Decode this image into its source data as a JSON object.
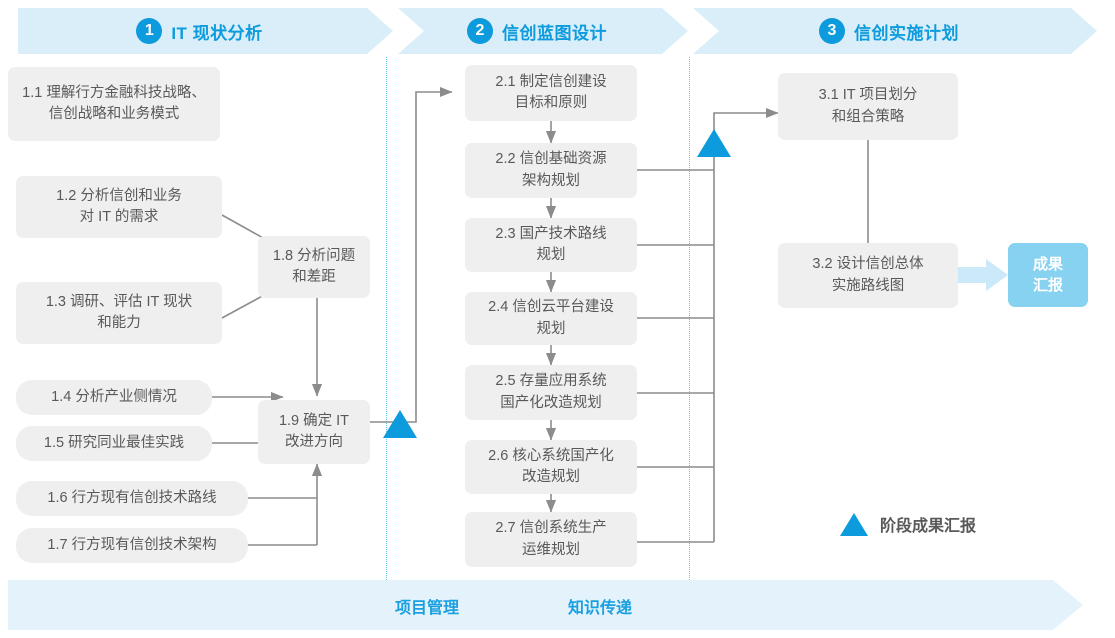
{
  "phases": [
    {
      "num": "1",
      "label": "IT 现状分析"
    },
    {
      "num": "2",
      "label": "信创蓝图设计"
    },
    {
      "num": "3",
      "label": "信创实施计划"
    }
  ],
  "phase1_nodes": [
    {
      "id": "1.1",
      "text": "1.1 理解行方金融科技战略、\n信创战略和业务模式"
    },
    {
      "id": "1.2",
      "text": "1.2 分析信创和业务\n对 IT 的需求"
    },
    {
      "id": "1.3",
      "text": "1.3 调研、评估 IT 现状\n和能力"
    },
    {
      "id": "1.4",
      "text": "1.4 分析产业侧情况"
    },
    {
      "id": "1.5",
      "text": "1.5 研究同业最佳实践"
    },
    {
      "id": "1.6",
      "text": "1.6 行方现有信创技术路线"
    },
    {
      "id": "1.7",
      "text": "1.7 行方现有信创技术架构"
    },
    {
      "id": "1.8",
      "text": "1.8 分析问题\n和差距"
    },
    {
      "id": "1.9",
      "text": "1.9 确定 IT\n改进方向"
    }
  ],
  "phase2_nodes": [
    {
      "id": "2.1",
      "text": "2.1 制定信创建设\n目标和原则"
    },
    {
      "id": "2.2",
      "text": "2.2 信创基础资源\n架构规划"
    },
    {
      "id": "2.3",
      "text": "2.3 国产技术路线\n规划"
    },
    {
      "id": "2.4",
      "text": "2.4 信创云平台建设\n规划"
    },
    {
      "id": "2.5",
      "text": "2.5 存量应用系统\n国产化改造规划"
    },
    {
      "id": "2.6",
      "text": "2.6 核心系统国产化\n改造规划"
    },
    {
      "id": "2.7",
      "text": "2.7 信创系统生产\n运维规划"
    }
  ],
  "phase3_nodes": [
    {
      "id": "3.1",
      "text": "3.1 IT 项目划分\n和组合策略"
    },
    {
      "id": "3.2",
      "text": "3.2 设计信创总体\n实施路线图"
    }
  ],
  "result": {
    "text": "成果\n汇报"
  },
  "legend": {
    "label": "阶段成果汇报"
  },
  "bottom": {
    "label1": "项目管理",
    "label2": "知识传递"
  },
  "colors": {
    "accent": "#0d9bdd",
    "band": "#d9eef9",
    "bottom_band": "#e4f3fb",
    "node_bg": "#efefef",
    "node_text": "#595959",
    "result_bg": "#87d2f0",
    "separator": "#63c4e8",
    "wire": "#8c8c8c"
  }
}
